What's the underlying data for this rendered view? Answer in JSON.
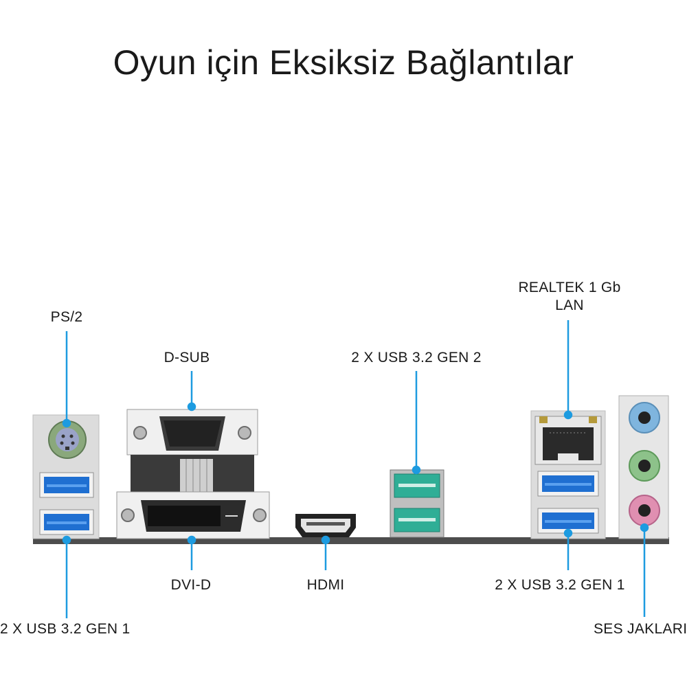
{
  "title": "Oyun için Eksiksiz Bağlantılar",
  "labels": {
    "ps2": "PS/2",
    "dsub": "D-SUB",
    "usb_gen2": "2 X USB 3.2 GEN 2",
    "lan_line1": "REALTEK 1 Gb",
    "lan_line2": "LAN",
    "dvid": "DVI-D",
    "hdmi": "HDMI",
    "usb_gen1_left": "2 X USB 3.2 GEN 1",
    "usb_gen1_right": "2 X USB 3.2 GEN 1",
    "audio": "SES JAKLARI"
  },
  "colors": {
    "pointer": "#1d9be0",
    "usb3": "#1f6fd1",
    "usb_gen2": "#2fae96",
    "ps2": "#8aa87c",
    "audio_blue": "#7fb5de",
    "audio_green": "#8dc28a",
    "audio_pink": "#e08fb1",
    "panel": "#d9d9d9",
    "baseline": "#555555"
  },
  "icons": [
    "ps2-port-icon",
    "usb-port-icon",
    "vga-port-icon",
    "dvi-port-icon",
    "hdmi-port-icon",
    "rj45-port-icon",
    "audio-jack-icon"
  ]
}
